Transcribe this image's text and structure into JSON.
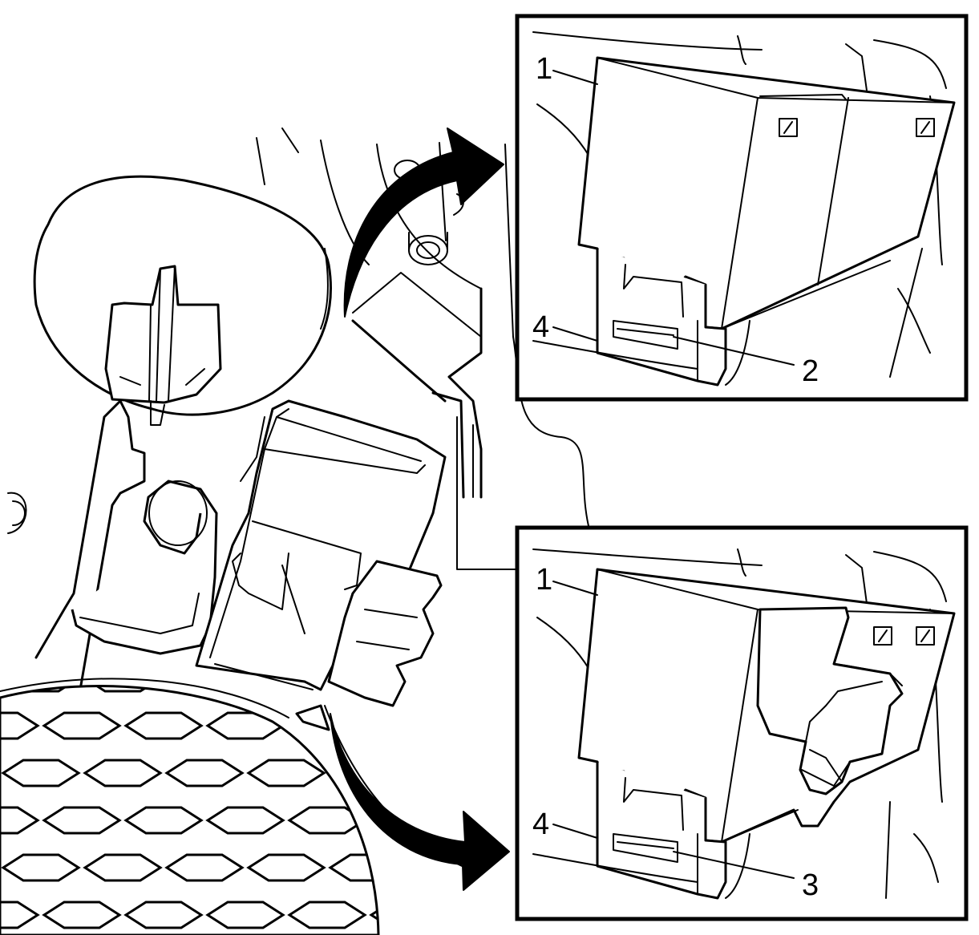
{
  "callouts": {
    "top_1": "1",
    "top_2": "2",
    "top_4": "4",
    "bottom_1": "1",
    "bottom_3": "3",
    "bottom_4": "4"
  },
  "colors": {
    "line": "#000000",
    "background": "#ffffff"
  }
}
